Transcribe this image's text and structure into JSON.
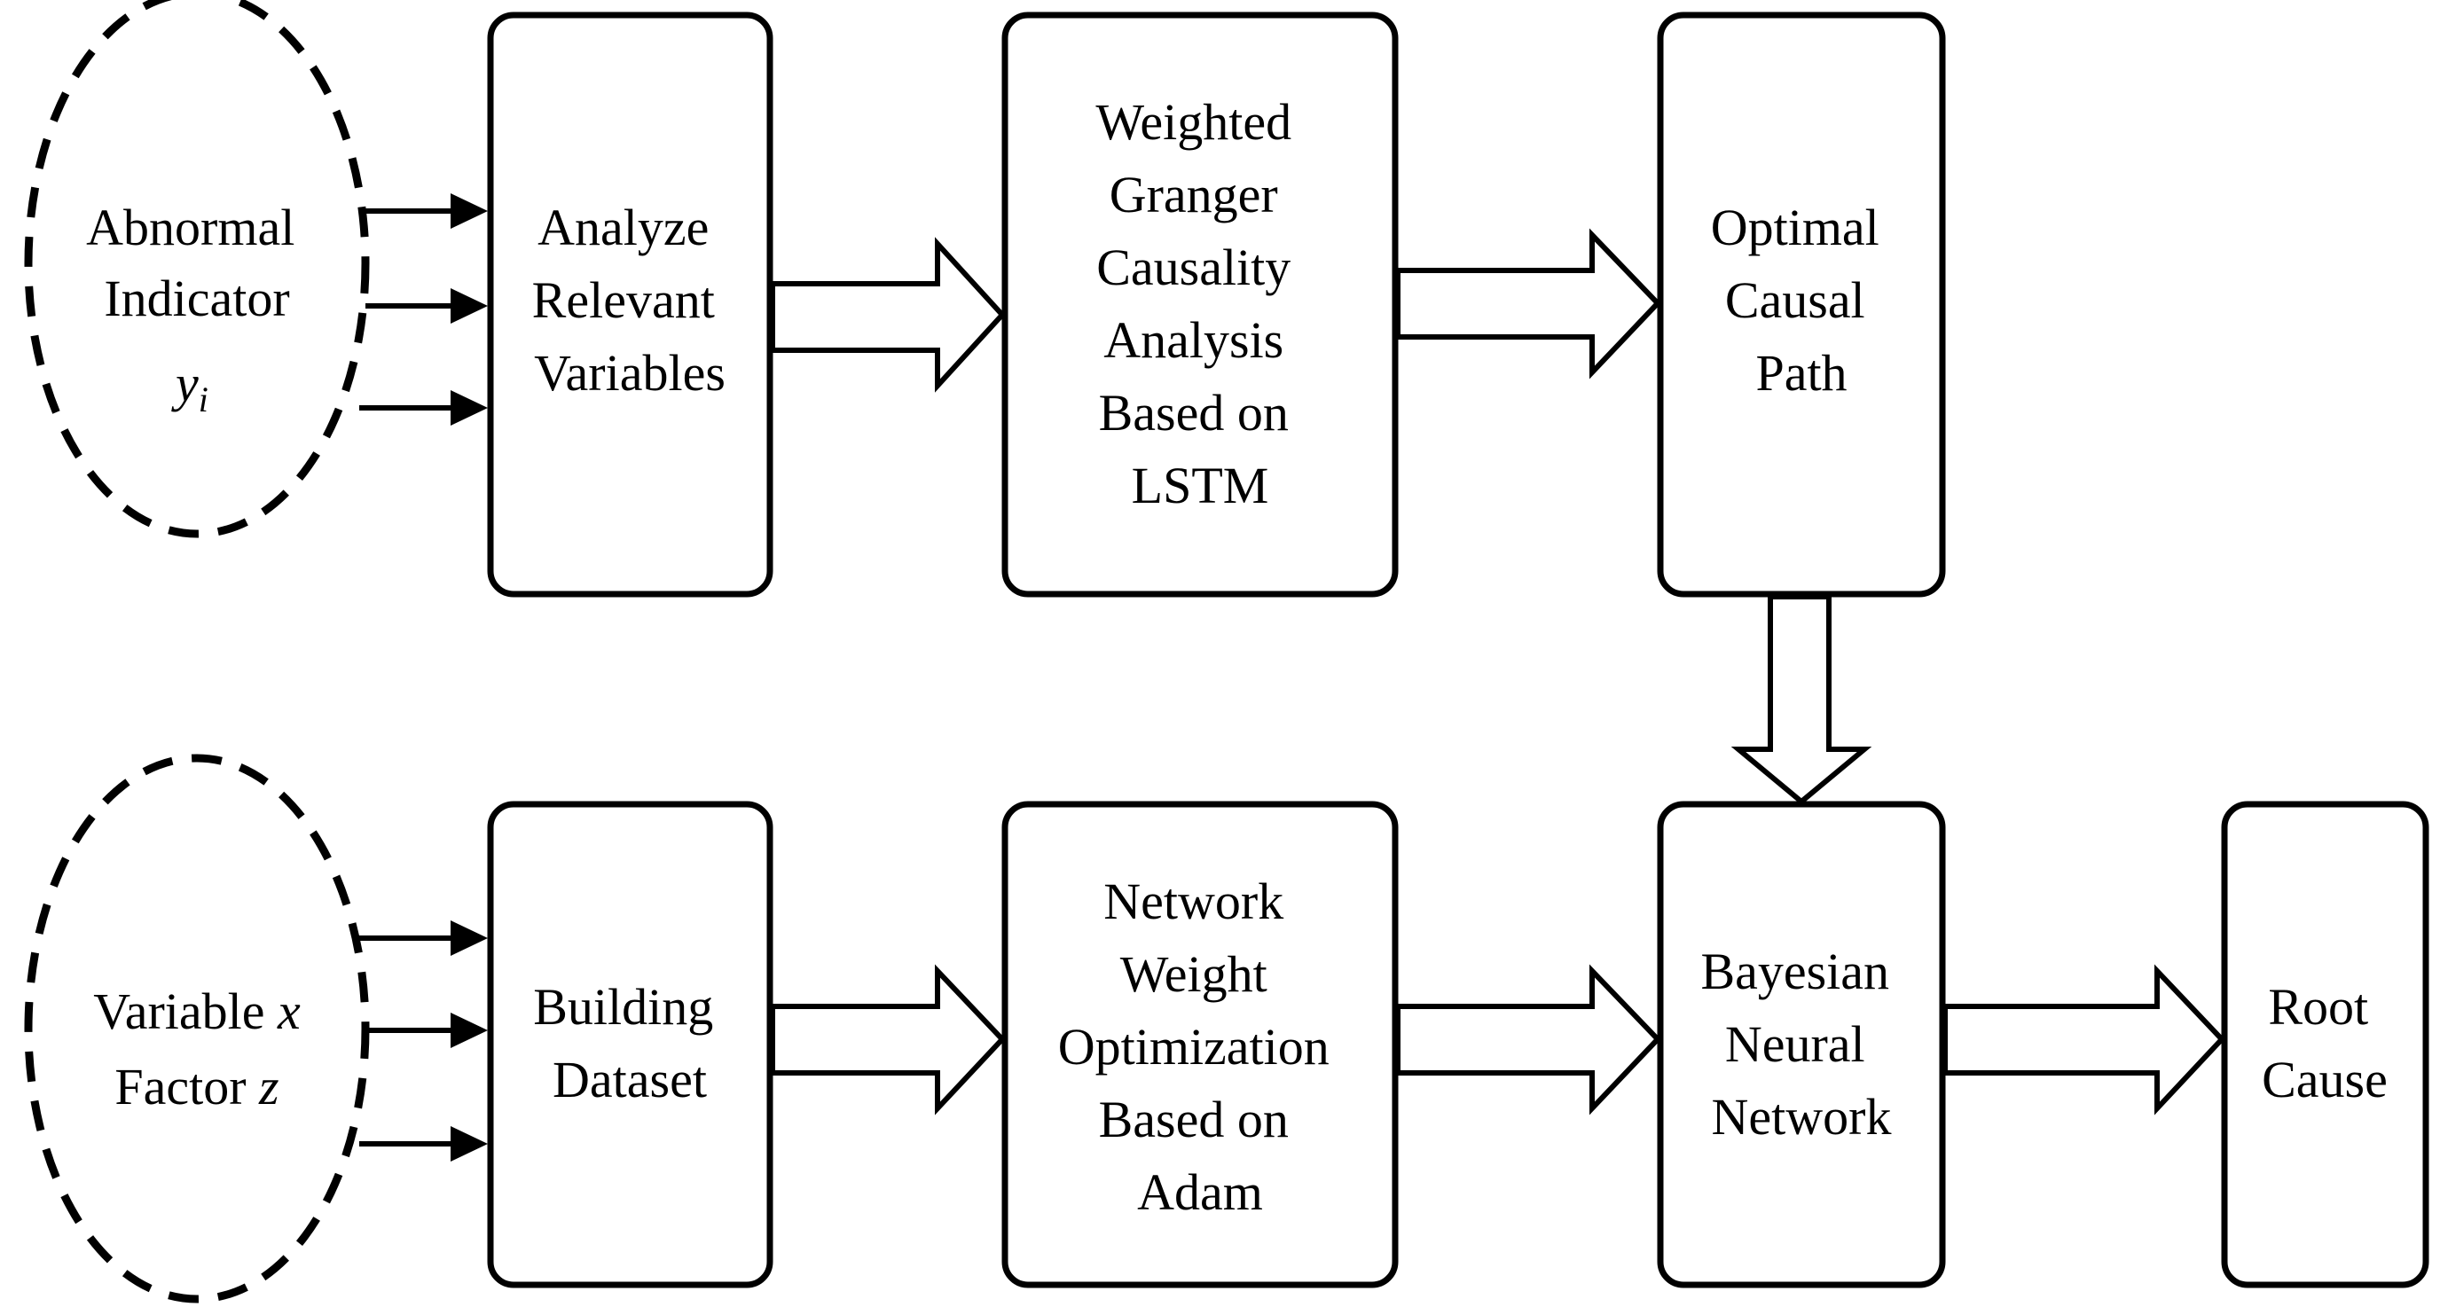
{
  "colors": {
    "stroke": "#000000",
    "fill": "#ffffff",
    "text": "#000000"
  },
  "inputs": {
    "top": {
      "lines": [
        "Abnormal",
        "Indicator"
      ],
      "symbol_base": "y",
      "symbol_subscript": "i"
    },
    "bottom": {
      "line1_text": "Variable ",
      "line1_symbol": "x",
      "line2_text": "Factor ",
      "line2_symbol": "z"
    }
  },
  "nodes": {
    "analyze": [
      "Analyze",
      "Relevant",
      "Variables"
    ],
    "granger": [
      "Weighted",
      "Granger",
      "Causality",
      "Analysis",
      "Based on",
      "LSTM"
    ],
    "optimal_path": [
      "Optimal",
      "Causal",
      "Path"
    ],
    "building_dataset": [
      "Building",
      "Dataset"
    ],
    "weight_optimization": [
      "Network",
      "Weight",
      "Optimization",
      "Based on",
      "Adam"
    ],
    "bayesian_nn": [
      "Bayesian",
      "Neural",
      "Network"
    ],
    "root_cause": [
      "Root",
      "Cause"
    ]
  }
}
